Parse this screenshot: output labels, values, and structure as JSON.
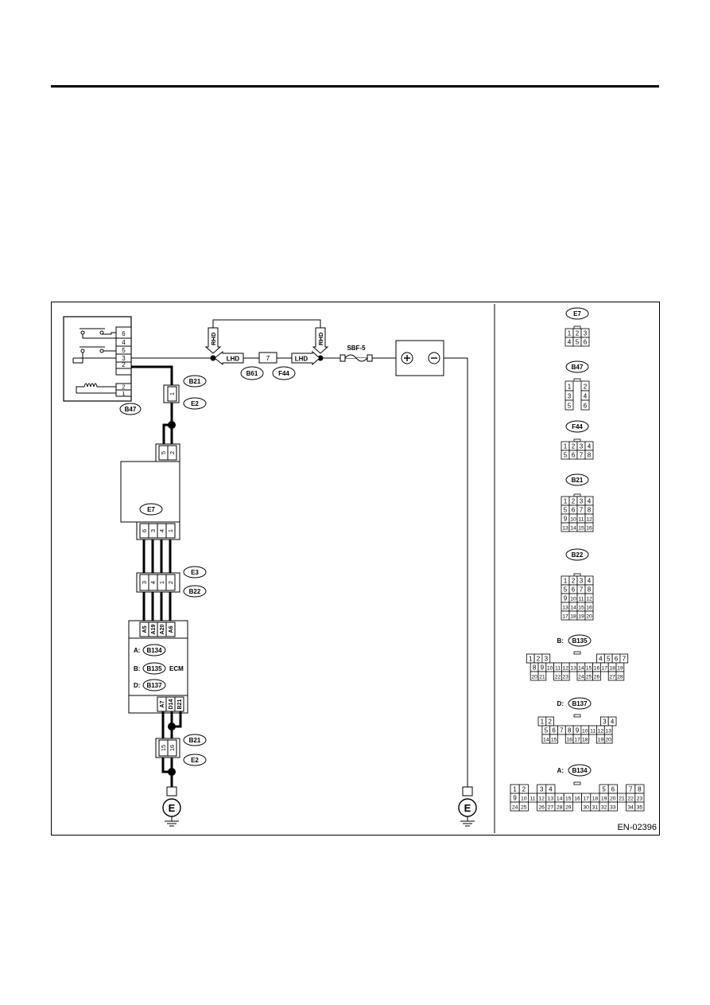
{
  "figure_id": "EN-02396",
  "left": {
    "relay_label": "B47",
    "relay_pins": [
      "6",
      "4",
      "5",
      "3",
      "2",
      "1"
    ],
    "rhd": "RHD",
    "lhd": "LHD",
    "fuse_box_pin": "7",
    "fuse_labels": [
      "B61",
      "F44"
    ],
    "sbf": "SBF-5",
    "battery_plus": "⊕",
    "battery_minus": "⊖",
    "b21": "B21",
    "e2": "E2",
    "jct_top_pin": "1",
    "e7": "E7",
    "e7_top_pins": [
      "5",
      "2"
    ],
    "e7_bottom_pins": [
      "6",
      "3",
      "4",
      "1"
    ],
    "e3": "E3",
    "b22": "B22",
    "mid_pins": [
      "3",
      "4",
      "1",
      "2"
    ],
    "ecm_top_pins": [
      "A5",
      "A19",
      "A20",
      "A6"
    ],
    "ecm_connectors": [
      {
        "prefix": "A:",
        "name": "B134"
      },
      {
        "prefix": "B:",
        "name": "B135"
      },
      {
        "prefix": "D:",
        "name": "B137"
      }
    ],
    "ecm": "ECM",
    "ecm_bottom_pins": [
      "A7",
      "D14",
      "B21"
    ],
    "jct_bottom_pins": [
      "15",
      "16"
    ],
    "ground": "E"
  },
  "right": {
    "e7": {
      "title": "E7",
      "rows": [
        [
          "1",
          "2",
          "3"
        ],
        [
          "4",
          "5",
          "6"
        ]
      ]
    },
    "b47": {
      "title": "B47",
      "rows": [
        [
          "1",
          "",
          "2"
        ],
        [
          "3",
          "",
          "4"
        ],
        [
          "5",
          "",
          "6"
        ]
      ]
    },
    "f44": {
      "title": "F44",
      "rows": [
        [
          "1",
          "2",
          "3",
          "4"
        ],
        [
          "5",
          "6",
          "7",
          "8"
        ]
      ]
    },
    "b21": {
      "title": "B21",
      "rows": [
        [
          "1",
          "2",
          "3",
          "4"
        ],
        [
          "5",
          "6",
          "7",
          "8"
        ],
        [
          "9",
          "10",
          "11",
          "12"
        ],
        [
          "13",
          "14",
          "15",
          "16"
        ]
      ]
    },
    "b22": {
      "title": "B22",
      "rows": [
        [
          "1",
          "2",
          "3",
          "4"
        ],
        [
          "5",
          "6",
          "7",
          "8"
        ],
        [
          "9",
          "10",
          "11",
          "12"
        ],
        [
          "13",
          "14",
          "15",
          "16"
        ],
        [
          "17",
          "18",
          "19",
          "20"
        ]
      ]
    },
    "b135": {
      "title": "B135",
      "prefix": "B:",
      "rows": [
        [
          "1",
          "2",
          "3",
          "",
          "",
          "",
          "",
          "",
          "",
          "4",
          "5",
          "6",
          "7"
        ],
        [
          "8",
          "9",
          "10",
          "11",
          "12",
          "13",
          "14",
          "15",
          "16",
          "17",
          "18",
          "19"
        ],
        [
          "20",
          "21",
          "",
          "22",
          "23",
          "",
          "24",
          "25",
          "26",
          "",
          "27",
          "28"
        ]
      ]
    },
    "b137": {
      "title": "B137",
      "prefix": "D:",
      "rows": [
        [
          "1",
          "2",
          "",
          "",
          "",
          "",
          "",
          "",
          "3",
          "4"
        ],
        [
          "5",
          "6",
          "7",
          "8",
          "9",
          "10",
          "11",
          "12",
          "13"
        ],
        [
          "14",
          "15",
          "",
          "16",
          "17",
          "18",
          "",
          "19",
          "20"
        ]
      ]
    },
    "b134": {
      "title": "B134",
      "prefix": "A:",
      "rows": [
        [
          "1",
          "2",
          "",
          "3",
          "4",
          "",
          "",
          "",
          "",
          "",
          "5",
          "6",
          "",
          "7",
          "8"
        ],
        [
          "9",
          "10",
          "11",
          "12",
          "13",
          "14",
          "15",
          "16",
          "17",
          "18",
          "19",
          "20",
          "21",
          "22",
          "23"
        ],
        [
          "24",
          "25",
          "",
          "26",
          "27",
          "28",
          "29",
          "",
          "30",
          "31",
          "32",
          "33",
          "",
          "34",
          "35"
        ]
      ]
    }
  }
}
